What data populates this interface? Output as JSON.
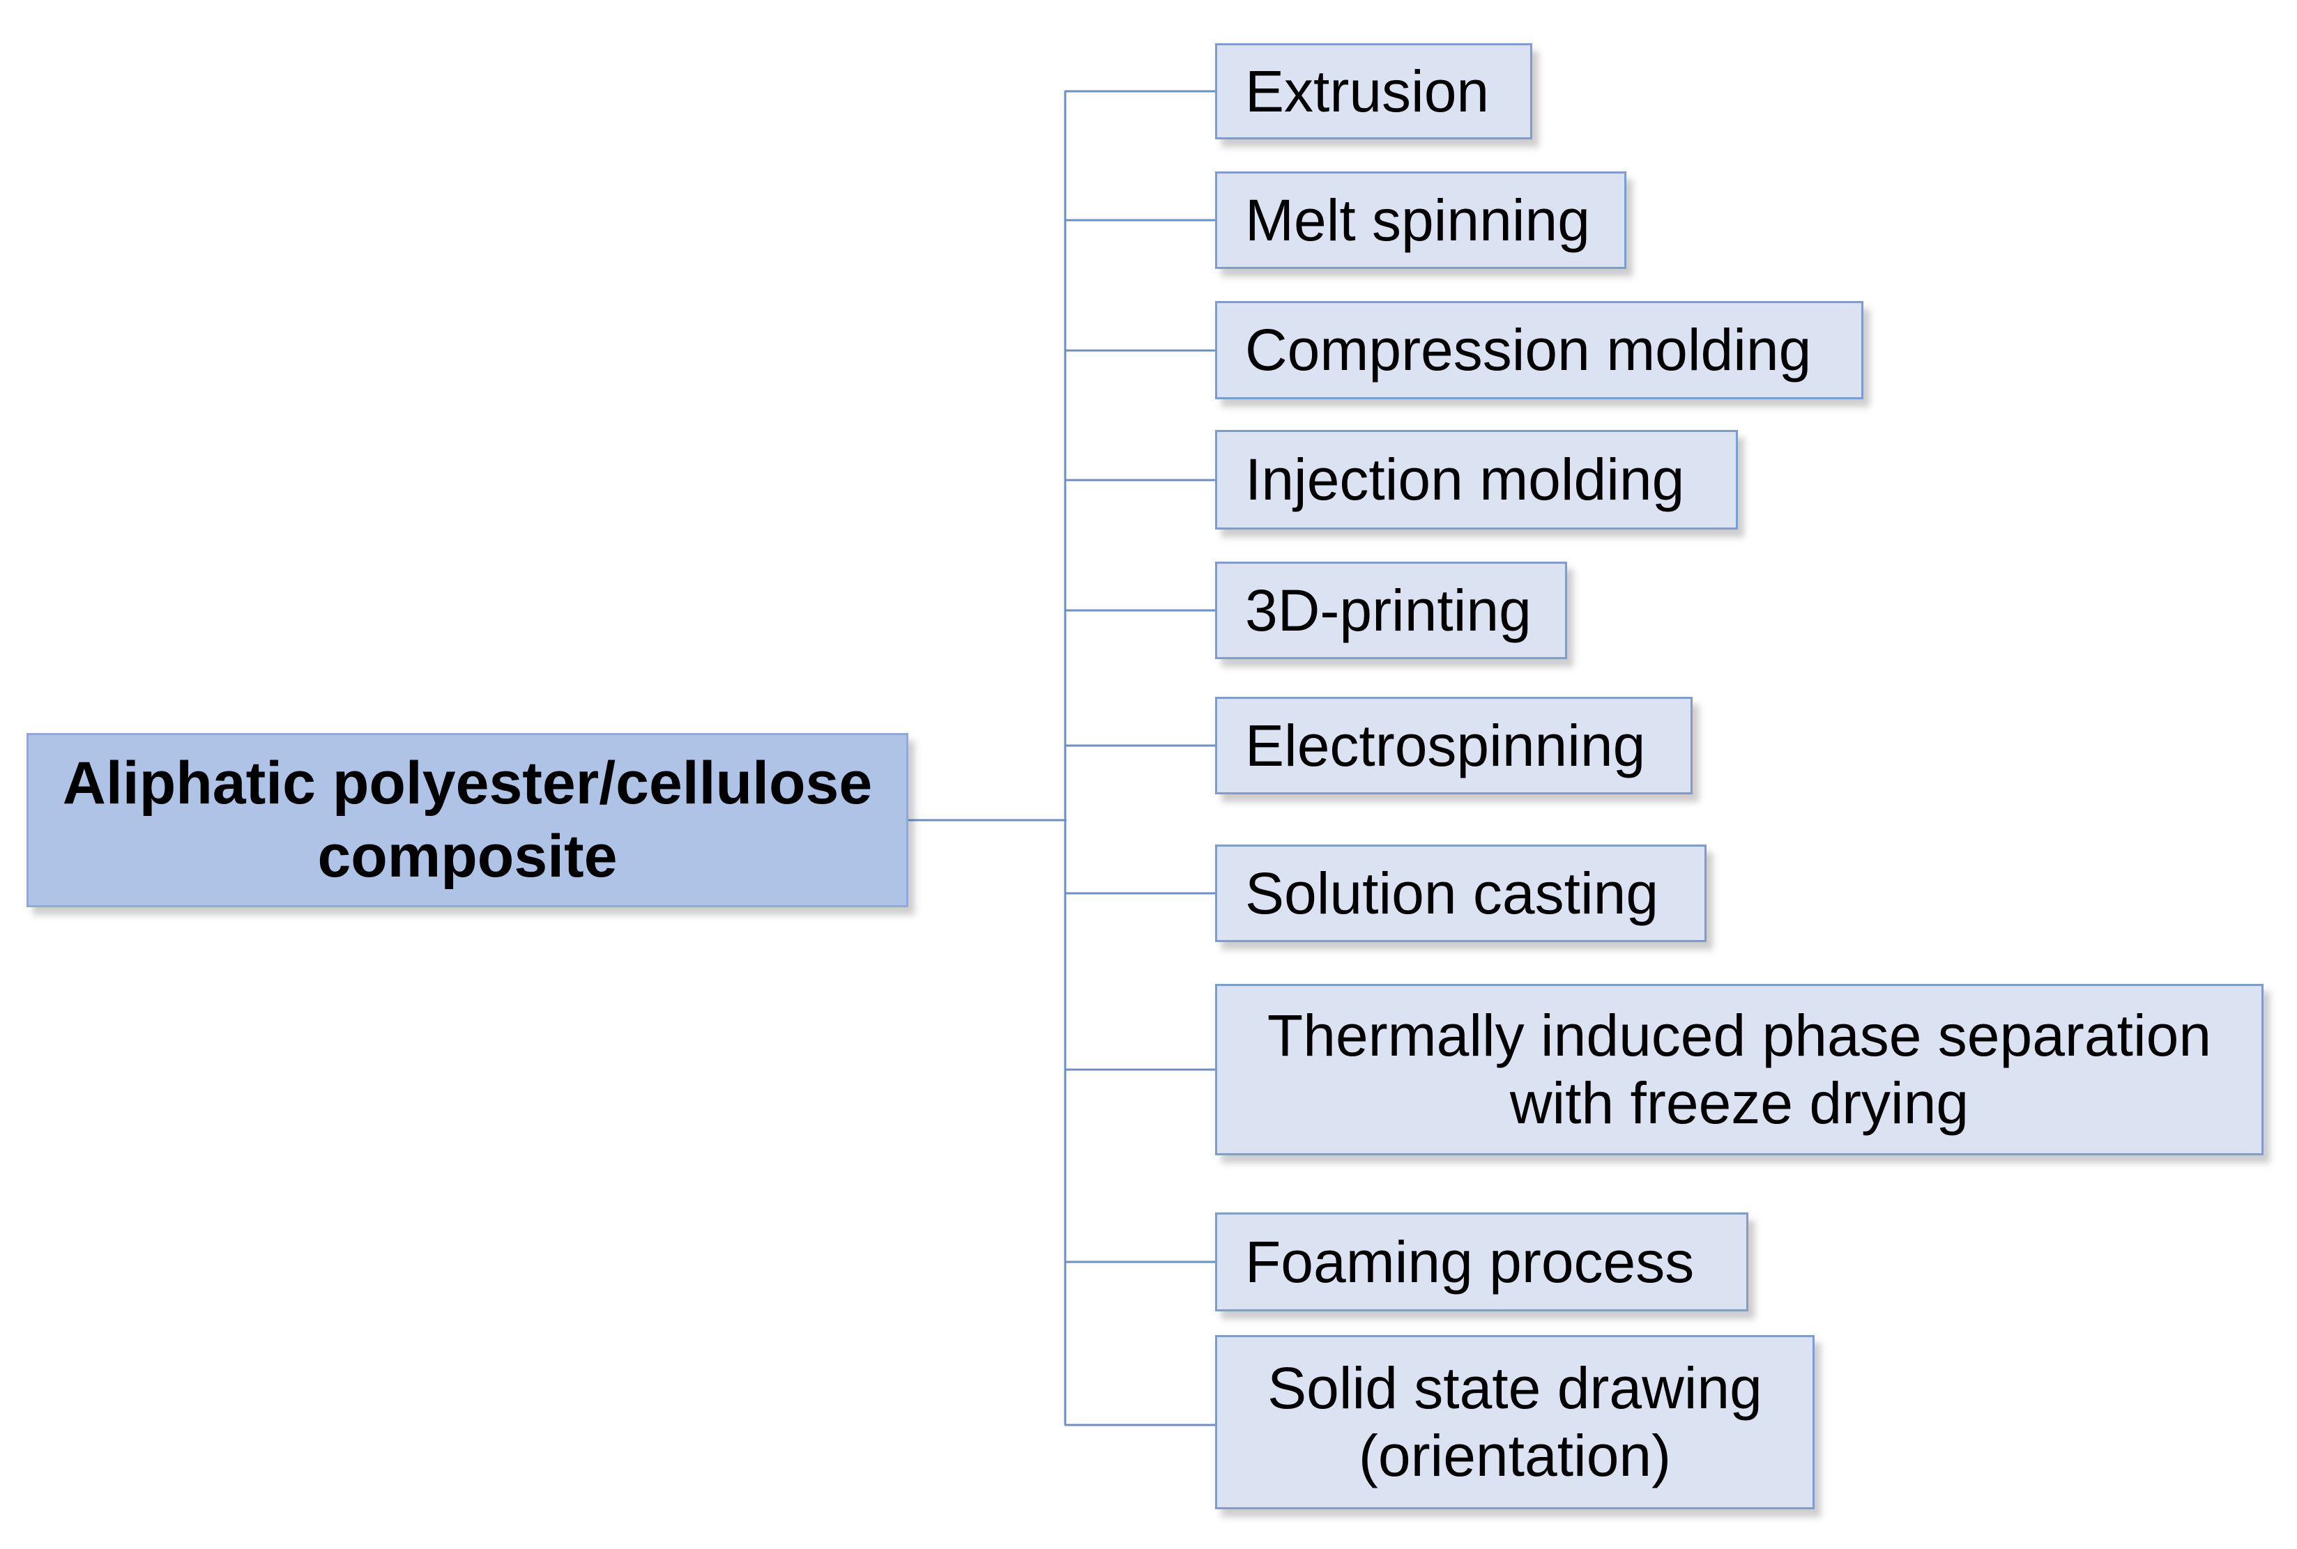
{
  "diagram": {
    "root": {
      "label": "Aliphatic polyester/cellulose composite",
      "line1": "Aliphatic polyester/cellulose",
      "line2": "composite"
    },
    "processes": [
      {
        "label": "Extrusion"
      },
      {
        "label": "Melt spinning"
      },
      {
        "label": "Compression molding"
      },
      {
        "label": "Injection molding"
      },
      {
        "label": "3D-printing"
      },
      {
        "label": "Electrospinning"
      },
      {
        "label": "Solution casting"
      },
      {
        "label": "Thermally induced phase separation with freeze drying"
      },
      {
        "label": "Foaming process"
      },
      {
        "label": "Solid state drawing (orientation)"
      }
    ],
    "colors": {
      "root_fill": "#aec3e5",
      "root_border": "#90a9d8",
      "child_fill": "#dbe3f3",
      "child_border": "#7e9ccf",
      "line": "#6e8ec8",
      "text": "#000000"
    }
  }
}
